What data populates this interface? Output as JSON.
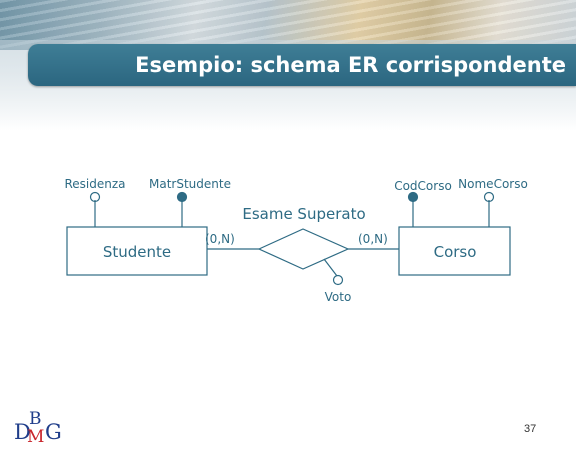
{
  "slide": {
    "title": "Esempio: schema ER corrispondente",
    "page_number": "37"
  },
  "logo": {
    "letter_d": "D",
    "letter_b": "B",
    "letter_m": "M",
    "letter_g": "G"
  },
  "colors": {
    "title_bar": "#2b6680",
    "diagram_ink": "#2e6b84",
    "logo_blue": "#1f3d8a",
    "logo_red": "#c8242a"
  },
  "diagram": {
    "entities": [
      {
        "name": "Studente",
        "attributes": [
          {
            "name": "Residenza",
            "identifier": false
          },
          {
            "name": "MatrStudente",
            "identifier": true
          }
        ]
      },
      {
        "name": "Corso",
        "attributes": [
          {
            "name": "CodCorso",
            "identifier": true
          },
          {
            "name": "NomeCorso",
            "identifier": false
          }
        ]
      }
    ],
    "relationship": {
      "name": "Esame Superato",
      "attributes": [
        {
          "name": "Voto",
          "identifier": false
        }
      ]
    },
    "cardinalities": {
      "studente_side": "(0,N)",
      "corso_side": "(0,N)"
    }
  }
}
